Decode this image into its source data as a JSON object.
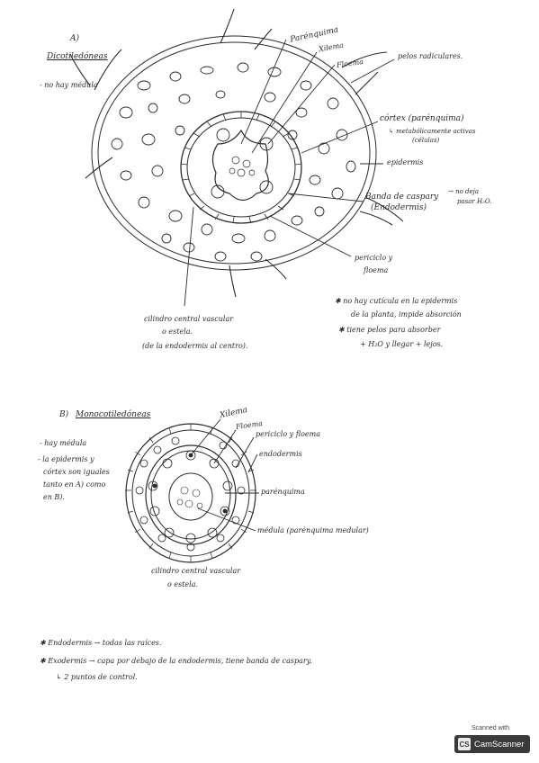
{
  "part_a": {
    "letter": "A)",
    "title": "Dicotiledóneas",
    "note_left": "- no hay médula",
    "labels": {
      "parenquima": "Parénquima",
      "xilema": "Xilema",
      "floema": "Floema",
      "pelos": "pelos radiculares.",
      "cortex": "córtex (parénquima)",
      "cortex_sub1": "↳ metabólicamente activas",
      "cortex_sub2": "(células)",
      "epidermis": "epidermis",
      "banda": "Banda de caspary",
      "banda_sub": "(Endodermis)",
      "banda_note1": "→ no deja",
      "banda_note2": "pasar H₂O.",
      "periciclo1": "periciclo y",
      "periciclo2": "floema",
      "cilindro1": "cilindro central vascular",
      "cilindro2": "o estela.",
      "cilindro3": "(de la endodermis al centro)."
    },
    "notes": {
      "n1": "✱ no hay cutícula en la epidermis",
      "n2": "de la planta, impide absorción",
      "n3": "✱ tiene pelos para absorber",
      "n4": "+ H₂O y llegar + lejos."
    }
  },
  "part_b": {
    "letter": "B)",
    "title": "Monocotiledóneas",
    "notes_left": {
      "l1": "- hay médula",
      "l2": "- la epidermis y",
      "l3": "córtex son iguales",
      "l4": "tanto en A) como",
      "l5": "en B)."
    },
    "labels": {
      "xilema": "Xilema",
      "floema": "Floema",
      "periciclo": "periciclo y floema",
      "endodermis": "endodermis",
      "parenquima": "parénquima",
      "medula": "médula (parénquima medular)",
      "cilindro1": "cilindro central vascular",
      "cilindro2": "o estela."
    }
  },
  "footer": {
    "f1": "✱ Endodermis → todas las raíces.",
    "f2": "✱ Exodermis → capa por debajo de la endodermis, tiene banda de caspary.",
    "f3": "↳ 2 puntos de control."
  },
  "scanner": {
    "scanned_with": "Scanned with",
    "brand": "CamScanner",
    "logo_text": "CS"
  }
}
